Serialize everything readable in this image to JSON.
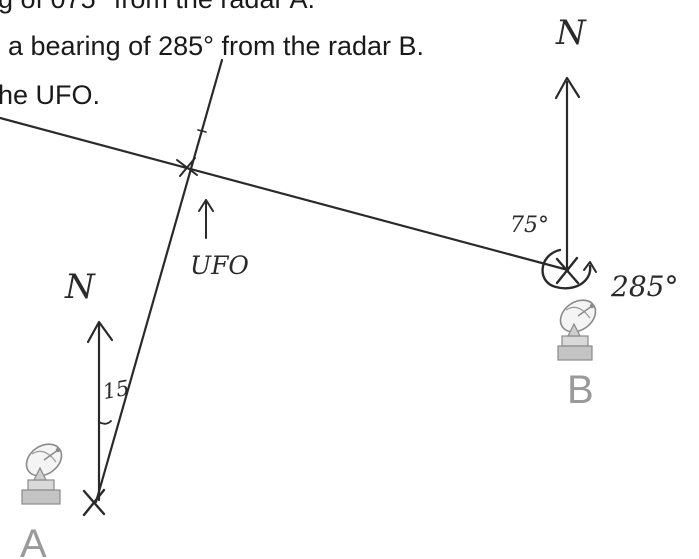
{
  "problem_text": {
    "line1": "g of 075° from the radar A.",
    "line2": "a bearing of 285° from the radar B.",
    "line3": "he UFO."
  },
  "annotations": {
    "north_a": "N",
    "north_b": "N",
    "angle_a": "15",
    "angle_b": "75°",
    "bearing_b": "285°",
    "ufo": "UFO"
  },
  "stations": {
    "a": "A",
    "b": "B"
  },
  "colors": {
    "ink": "#2a2a2a",
    "station_label": "#9a9a9a",
    "background": "#ffffff"
  }
}
